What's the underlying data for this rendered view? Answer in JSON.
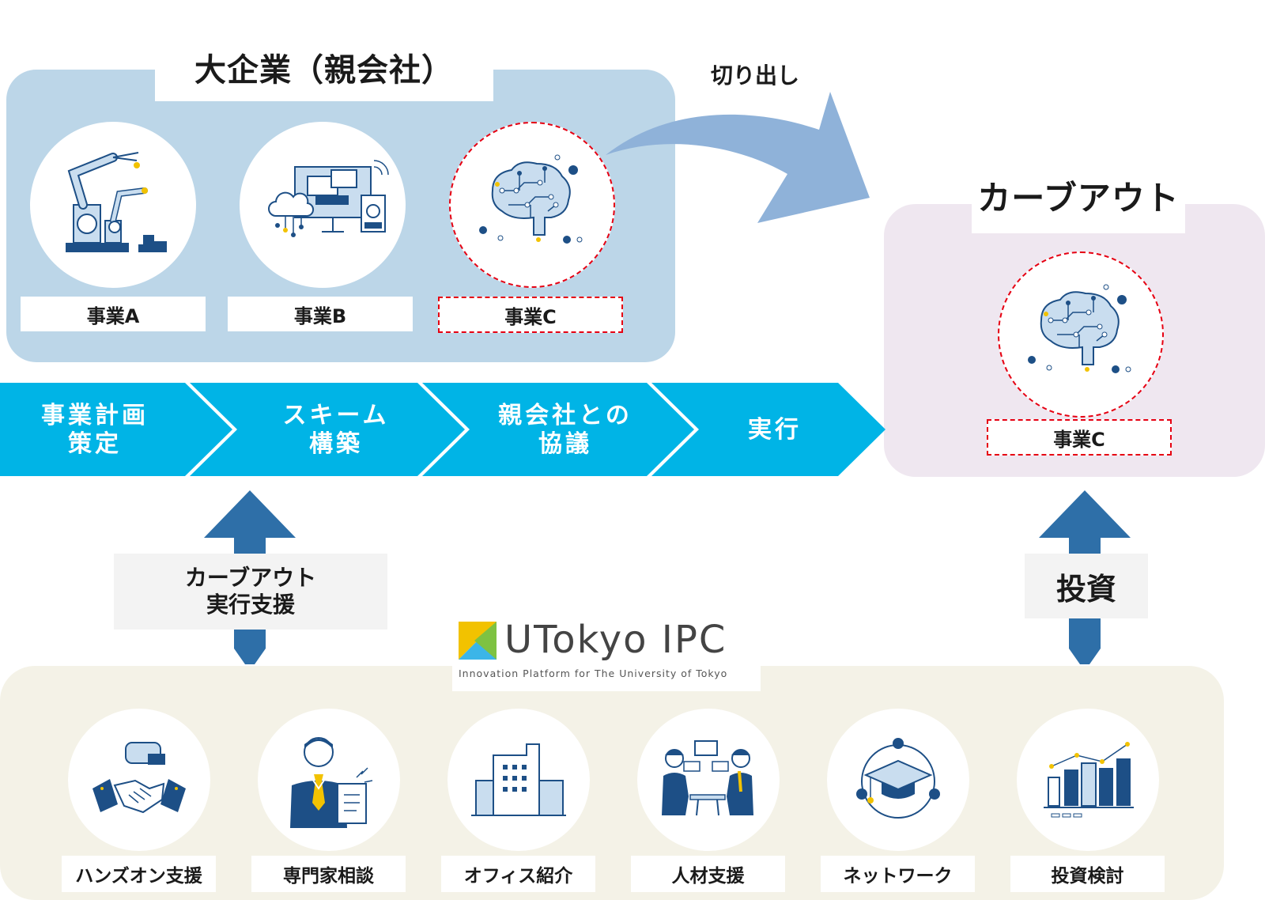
{
  "parent_company": {
    "title": "大企業（親会社）",
    "businesses": [
      {
        "label": "事業A",
        "icon": "robot-arm-icon"
      },
      {
        "label": "事業B",
        "icon": "cloud-computing-icon"
      },
      {
        "label": "事業C",
        "icon": "brain-circuit-icon"
      }
    ]
  },
  "spin_off_label": "切り出し",
  "carve_out": {
    "title": "カーブアウト",
    "business": {
      "label": "事業C",
      "icon": "brain-circuit-icon"
    }
  },
  "process_steps": [
    {
      "line1": "事業計画",
      "line2": "策定"
    },
    {
      "line1": "スキーム",
      "line2": "構築"
    },
    {
      "line1": "親会社との",
      "line2": "協議"
    },
    {
      "line1": "実行",
      "line2": ""
    }
  ],
  "support": {
    "left": {
      "line1": "カーブアウト",
      "line2": "実行支援"
    },
    "right": "投資"
  },
  "logo": {
    "name": "UTokyo IPC",
    "tagline": "Innovation Platform for The University of Tokyo"
  },
  "services": [
    {
      "label": "ハンズオン支援",
      "icon": "handshake-icon"
    },
    {
      "label": "専門家相談",
      "icon": "expert-icon"
    },
    {
      "label": "オフィス紹介",
      "icon": "office-building-icon"
    },
    {
      "label": "人材支援",
      "icon": "people-meeting-icon"
    },
    {
      "label": "ネットワーク",
      "icon": "graduation-network-icon"
    },
    {
      "label": "投資検討",
      "icon": "bar-chart-icon"
    }
  ],
  "colors": {
    "process_blue": "#00b4e6",
    "arrow_blue": "#2e6fa8",
    "curve_arrow": "#8fb2d9",
    "dashed_red": "#e60012",
    "navy": "#1d4f86"
  }
}
